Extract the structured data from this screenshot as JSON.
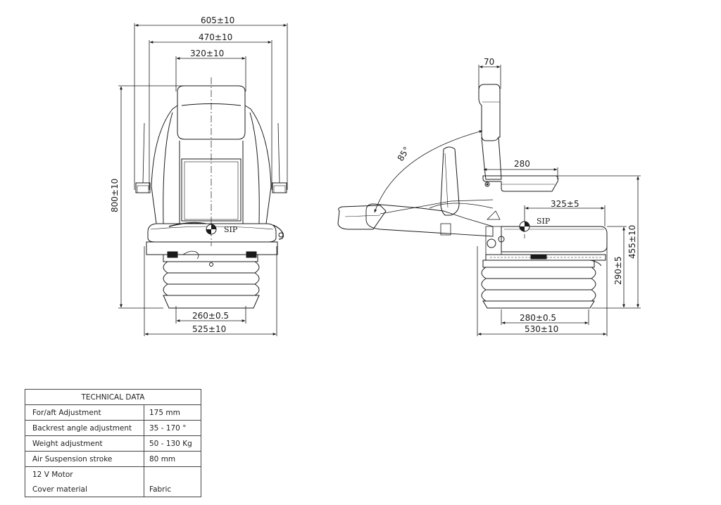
{
  "front_view": {
    "dimensions": {
      "overall_width": "605±10",
      "armrest_width": "470±10",
      "backrest_width": "320±10",
      "height": "800±10",
      "base_width": "260±0.5",
      "bottom_width": "525±10"
    },
    "sip_label": "SIP"
  },
  "side_view": {
    "dimensions": {
      "backrest_thickness": "70",
      "recline_angle": "85°",
      "armrest_length": "280",
      "sip_offset": "325±5",
      "suspension_height": "290±5",
      "seat_height": "455±10",
      "base_length": "280±0.5",
      "bottom_length": "530±10"
    },
    "sip_label": "SIP"
  },
  "technical_data": {
    "title": "TECHNICAL DATA",
    "rows": [
      {
        "label": "For/aft Adjustment",
        "value": "175 mm"
      },
      {
        "label": "Backrest angle adjustment",
        "value": "35 - 170 °"
      },
      {
        "label": "Weight adjustment",
        "value": "50 - 130 Kg"
      },
      {
        "label": "Air Suspension stroke",
        "value": "80 mm"
      },
      {
        "label": "12 V Motor",
        "value": ""
      },
      {
        "label": "Cover material",
        "value": "Fabric"
      }
    ]
  }
}
